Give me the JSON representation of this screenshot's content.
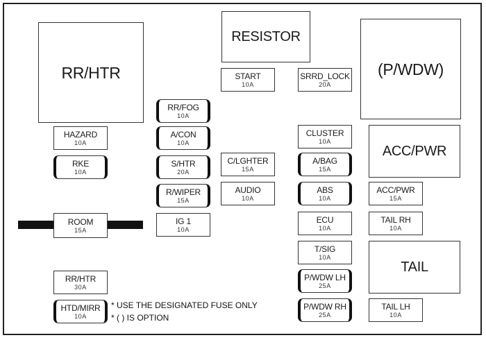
{
  "relays": {
    "rr_htr": "RR/HTR",
    "resistor": "RESISTOR",
    "p_wdw": "(P/WDW)",
    "acc_pwr": "ACC/PWR",
    "tail": "TAIL"
  },
  "fuses": {
    "start": {
      "name": "START",
      "amp": "10A"
    },
    "srrd_lock": {
      "name": "SRRD_LOCK",
      "amp": "20A"
    },
    "rr_fog": {
      "name": "RR/FOG",
      "amp": "10A"
    },
    "hazard": {
      "name": "HAZARD",
      "amp": "10A"
    },
    "a_con": {
      "name": "A/CON",
      "amp": "10A"
    },
    "cluster": {
      "name": "CLUSTER",
      "amp": "10A"
    },
    "rke": {
      "name": "RKE",
      "amp": "10A"
    },
    "s_htr": {
      "name": "S/HTR",
      "amp": "20A"
    },
    "c_lghter": {
      "name": "C/LGHTER",
      "amp": "15A"
    },
    "a_bag": {
      "name": "A/BAG",
      "amp": "15A"
    },
    "r_wiper": {
      "name": "R/WIPER",
      "amp": "15A"
    },
    "audio": {
      "name": "AUDIO",
      "amp": "10A"
    },
    "abs": {
      "name": "ABS",
      "amp": "10A"
    },
    "acc_pwr": {
      "name": "ACC/PWR",
      "amp": "15A"
    },
    "room": {
      "name": "ROOM",
      "amp": "15A"
    },
    "ig1": {
      "name": "IG 1",
      "amp": "10A"
    },
    "ecu": {
      "name": "ECU",
      "amp": "10A"
    },
    "tail_rh": {
      "name": "TAIL RH",
      "amp": "10A"
    },
    "t_sig": {
      "name": "T/SIG",
      "amp": "10A"
    },
    "rr_htr": {
      "name": "RR/HTR",
      "amp": "30A"
    },
    "p_wdw_lh": {
      "name": "P/WDW LH",
      "amp": "25A"
    },
    "htd_mirr": {
      "name": "HTD/MIRR",
      "amp": "10A"
    },
    "p_wdw_rh": {
      "name": "P/WDW RH",
      "amp": "25A"
    },
    "tail_lh": {
      "name": "TAIL LH",
      "amp": "10A"
    }
  },
  "notes": {
    "line1": "* USE THE DESIGNATED FUSE ONLY",
    "line2": "* ( ) IS OPTION"
  }
}
